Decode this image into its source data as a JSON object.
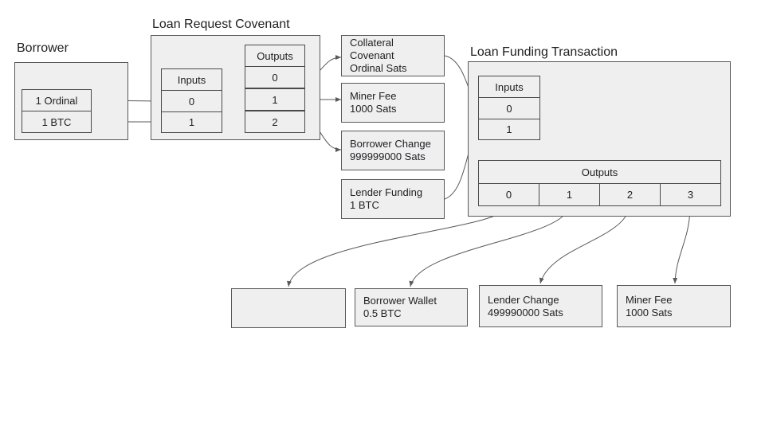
{
  "borrower": {
    "title": "Borrower",
    "items": [
      "1 Ordinal",
      "1 BTC"
    ]
  },
  "loan_request": {
    "title": "Loan Request Covenant",
    "inputs_label": "Inputs",
    "inputs": [
      "0",
      "1"
    ],
    "outputs_label": "Outputs",
    "outputs": [
      "0",
      "1",
      "2"
    ]
  },
  "request_outputs": {
    "collateral": [
      "Collateral",
      "Covenant",
      "Ordinal Sats"
    ],
    "miner_fee": [
      "Miner Fee",
      "1000 Sats"
    ],
    "borrower_change": [
      "Borrower Change",
      "999999000 Sats"
    ],
    "lender_funding": [
      "Lender Funding",
      "1 BTC"
    ]
  },
  "loan_funding": {
    "title": "Loan Funding Transaction",
    "inputs_label": "Inputs",
    "inputs": [
      "0",
      "1"
    ],
    "outputs_label": "Outputs",
    "outputs": [
      "0",
      "1",
      "2",
      "3"
    ]
  },
  "funding_outputs": {
    "empty": "",
    "borrower_wallet": [
      "Borrower Wallet",
      "0.5 BTC"
    ],
    "lender_change": [
      "Lender Change",
      "499990000 Sats"
    ],
    "miner_fee": [
      "Miner Fee",
      "1000 Sats"
    ]
  },
  "colors": {
    "box_fill": "#efefef",
    "border": "#595959",
    "text": "#202124"
  }
}
